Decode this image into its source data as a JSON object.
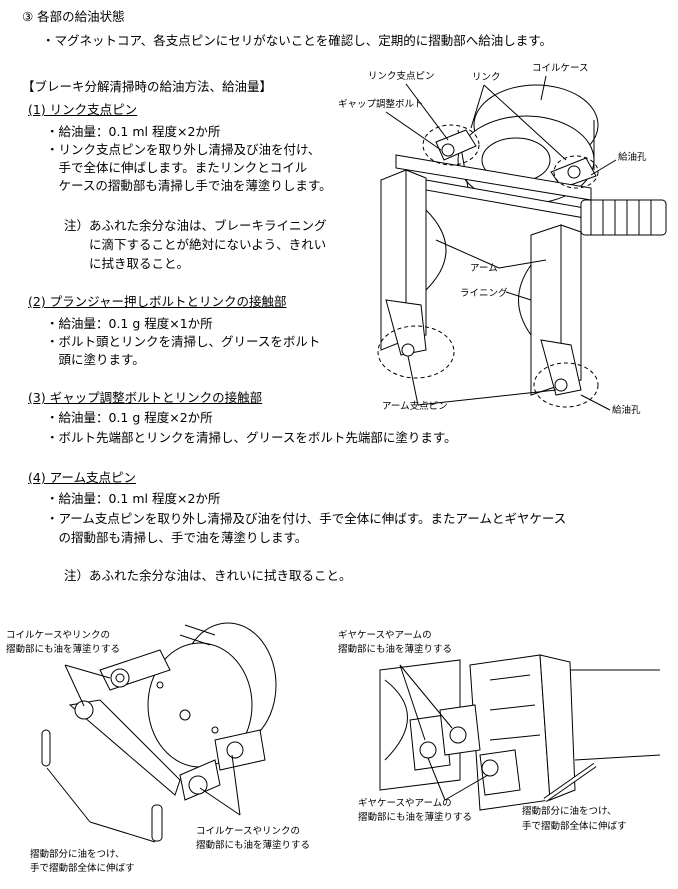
{
  "section": {
    "heading": "③ 各部の給油状態",
    "intro": "・マグネットコア、各支点ピンにセリがないことを確認し、定期的に摺動部へ給油します。"
  },
  "brake_method": {
    "title": "【ブレーキ分解清掃時の給油方法、給油量】",
    "items": [
      {
        "heading": "(1) リンク支点ピン",
        "lines": [
          "・給油量：0.1 ml 程度×2か所",
          "・リンク支点ピンを取り外し清掃及び油を付け、",
          "　手で全体に伸ばします。またリンクとコイル",
          "　ケースの摺動部も清掃し手で油を薄塗りします。"
        ],
        "note": [
          "注）あふれた余分な油は、ブレーキライニング",
          "　　に滴下することが絶対にないよう、きれい",
          "　　に拭き取ること。"
        ]
      },
      {
        "heading": "(2) プランジャー押しボルトとリンクの接触部",
        "lines": [
          "・給油量：0.1 g 程度×1か所",
          "・ボルト頭とリンクを清掃し、グリースをボルト",
          "　頭に塗ります。"
        ]
      },
      {
        "heading": "(3) ギャップ調整ボルトとリンクの接触部",
        "lines": [
          "・給油量：0.1 g 程度×2か所",
          "・ボルト先端部とリンクを清掃し、グリースをボルト先端部に塗ります。"
        ]
      },
      {
        "heading": "(4) アーム支点ピン",
        "lines": [
          "・給油量：0.1 ml 程度×2か所",
          "・アーム支点ピンを取り外し清掃及び油を付け、手で全体に伸ばす。またアームとギヤケース",
          "　の摺動部も清掃し、手で油を薄塗りします。"
        ],
        "note": [
          "注）あふれた余分な油は、きれいに拭き取ること。"
        ]
      }
    ]
  },
  "diagram_top": {
    "labels": {
      "link_pivot_pin": "リンク支点ピン",
      "link": "リンク",
      "coil_case": "コイルケース",
      "gap_bolt": "ギャップ調整ボルト",
      "oil_hole_1": "給油孔",
      "arm": "アーム",
      "lining": "ライニング",
      "arm_pivot_pin": "アーム支点ピン",
      "oil_hole_2": "給油孔"
    }
  },
  "diagram_bottom_left": {
    "label_top": [
      "コイルケースやリンクの",
      "摺動部にも油を薄塗りする"
    ],
    "label_bottom_right": [
      "コイルケースやリンクの",
      "摺動部にも油を薄塗りする"
    ],
    "label_bottom_left": [
      "摺動部分に油をつけ、",
      "手で摺動部全体に伸ばす"
    ]
  },
  "diagram_bottom_right": {
    "label_top": [
      "ギヤケースやアームの",
      "摺動部にも油を薄塗りする"
    ],
    "label_bottom": [
      "ギヤケースやアームの",
      "摺動部にも油を薄塗りする"
    ],
    "label_right": [
      "摺動部分に油をつけ、",
      "手で摺動部全体に伸ばす"
    ]
  }
}
